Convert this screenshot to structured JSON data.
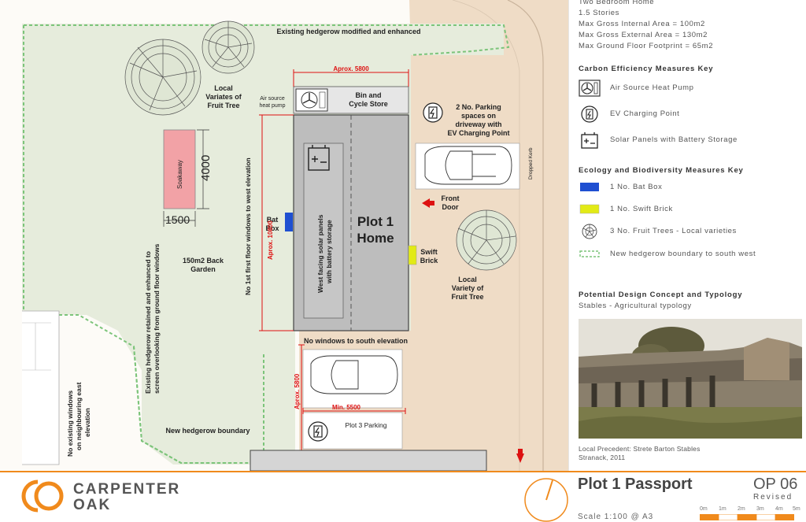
{
  "plan": {
    "labels": {
      "hedge_top": "Existing hedgerow modified and enhanced",
      "aprox_5800_top": "Aprox. 5800",
      "bin_store_1": "Bin and",
      "bin_store_2": "Cycle Store",
      "ashp_1": "Air source",
      "ashp_2": "heat pump",
      "local_var_1": "Local",
      "local_var_2": "Variates of",
      "local_var_3": "Fruit Tree",
      "parking_1": "2 No. Parking",
      "parking_2": "spaces on",
      "parking_3": "driveway with",
      "parking_4": "EV Charging Point",
      "dropped_kerb": "Dropped Kerb",
      "soakaway": "Soakaway",
      "dim_4000": "4000",
      "dim_1500": "1500",
      "no_windows_west": "No 1st first floor windows to west elevation",
      "aprox_10800": "Aprox. 10800",
      "bat_box_1": "Bat",
      "bat_box_2": "Box",
      "solar_text_1": "West facing solar panels",
      "solar_text_2": "with battery storage",
      "plot_1": "Plot 1",
      "plot_2": "Home",
      "front_door_1": "Front",
      "front_door_2": "Door",
      "swift_1": "Swift",
      "swift_2": "Brick",
      "garden_1": "150m2 Back",
      "garden_2": "Garden",
      "local_variety_1": "Local",
      "local_variety_2": "Variety of",
      "local_variety_3": "Fruit Tree",
      "hedge_west_1": "Existing hedgerow retained and enhanced to",
      "hedge_west_2": "screen overlooking from ground floor windows",
      "no_windows_south": "No windows to south elevation",
      "no_east_1": "No existing windows",
      "no_east_2": "on neighbouring east",
      "no_east_3": "elevation",
      "aprox_5800_left": "Aprox. 5800",
      "min_5500": "Min. 5500",
      "plot3_parking": "Plot 3 Parking",
      "new_hedgerow": "New hedgerow boundary"
    }
  },
  "sidebar": {
    "spec": [
      "Two Bedroom Home",
      "1.5 Stories",
      "Max Gross Internal Area = 100m2",
      "Max Gross External Area = 130m2",
      "Max Ground Floor Footprint = 65m2"
    ],
    "carbon_heading": "Carbon Efficiency Measures Key",
    "carbon_items": [
      {
        "icon": "heat-pump-icon",
        "label": "Air Source Heat Pump"
      },
      {
        "icon": "ev-charging-icon",
        "label": "EV Charging Point"
      },
      {
        "icon": "battery-icon",
        "label": "Solar Panels with Battery Storage"
      }
    ],
    "ecology_heading": "Ecology and Biodiversity Measures Key",
    "ecology_items": [
      {
        "label": "1 No. Bat Box",
        "color": "#1f4fd1"
      },
      {
        "label": "1 No. Swift Brick",
        "color": "#e2ea16"
      },
      {
        "label": "3 No. Fruit Trees - Local varieties",
        "color": "#444444"
      },
      {
        "label": "New hedgerow boundary to south west",
        "color": "#7cc47a"
      }
    ],
    "design_heading": "Potential Design Concept and Typology",
    "design_sub": "Stables - Agricultural typology",
    "photo_caption_1": "Local Precedent: Strete Barton Stables",
    "photo_caption_2": "Stranack, 2011"
  },
  "footer": {
    "brand_1": "CARPENTER",
    "brand_2": "OAK",
    "title": "Plot 1 Passport",
    "code": "OP 06",
    "revised": "Revised",
    "scale": "Scale 1:100 @ A3",
    "scalebar_labels": [
      "0m",
      "1m",
      "2m",
      "3m",
      "4m",
      "5m"
    ]
  },
  "colors": {
    "accent": "#f08a1c",
    "hedge": "#7cc47a",
    "garden": "#e8ecde",
    "drive": "#efdcc6",
    "house": "#bdbdbd",
    "soakaway": "#f2a2a6"
  }
}
